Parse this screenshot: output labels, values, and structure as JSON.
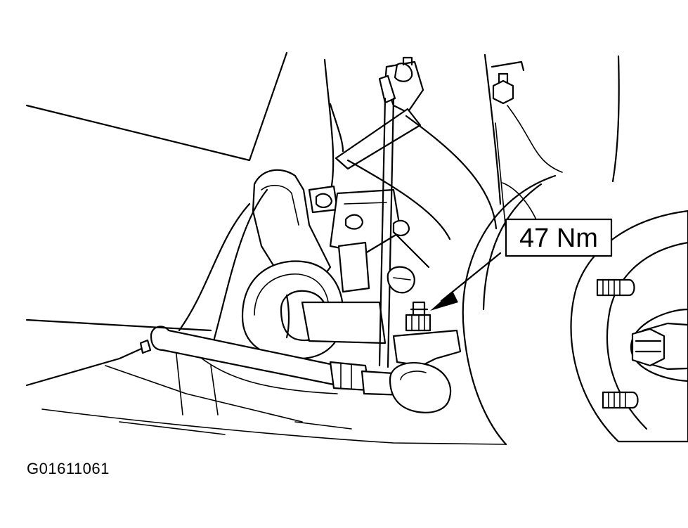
{
  "diagram": {
    "callout": {
      "torque_label": "47 Nm",
      "points_to": "tie-rod-end-castle-nut"
    },
    "figure_id": "G01611061",
    "colors": {
      "line": "#000000",
      "background": "#ffffff"
    }
  }
}
